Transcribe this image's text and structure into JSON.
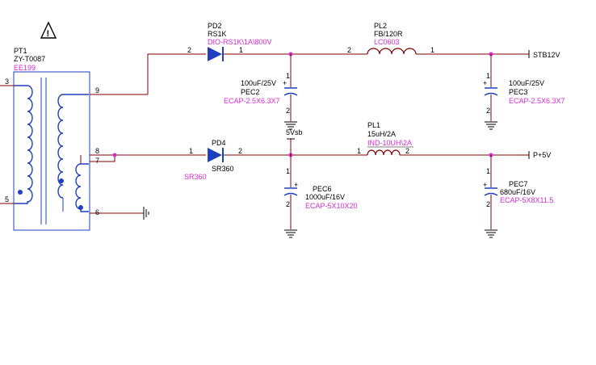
{
  "transformer": {
    "ref": "PT1",
    "part": "ZY-T0087",
    "core": "EE199",
    "pins": [
      "3",
      "5",
      "9",
      "8",
      "7",
      "6"
    ]
  },
  "diode_pd2": {
    "ref": "PD2",
    "value": "RS1K",
    "footprint": "DIO-RS1K\\1A\\800V",
    "pin_a": "2",
    "pin_k": "1"
  },
  "diode_pd4": {
    "ref": "PD4",
    "value": "SR360",
    "footprint": "SR360",
    "pin_a": "1",
    "pin_k": "2"
  },
  "inductor_pl2": {
    "ref": "PL2",
    "value": "FB/120R",
    "footprint": "LC0603",
    "pin_l": "2",
    "pin_r": "1"
  },
  "inductor_pl1": {
    "ref": "PL1",
    "value": "15uH/2A",
    "footprint": "IND-10UH\\2A",
    "pin_l": "1",
    "pin_r": "2"
  },
  "cap_pec2": {
    "ref": "PEC2",
    "value": "100uF/25V",
    "footprint": "ECAP-2.5X6.3X7",
    "pin1": "1",
    "pin2": "2",
    "plus": "+"
  },
  "cap_pec3": {
    "ref": "PEC3",
    "value": "100uF/25V",
    "footprint": "ECAP-2.5X6.3X7",
    "pin1": "1",
    "pin2": "2",
    "plus": "+"
  },
  "cap_pec6": {
    "ref": "PEC6",
    "value": "1000uF/16V",
    "footprint": "ECAP-5X10X20",
    "pin1": "1",
    "pin2": "2",
    "plus": "+"
  },
  "cap_pec7": {
    "ref": "PEC7",
    "value": "680uF/16V",
    "footprint": "ECAP-5X8X11.5",
    "pin1": "1",
    "pin2": "2",
    "plus": "+"
  },
  "nets": {
    "stb": "STB12V",
    "p5v": "P+5V",
    "vsb": "5Vsb"
  },
  "colors": {
    "wire": "#800000",
    "part": "#1f3fbf",
    "junction": "#d62ad0",
    "label": "#d62ad0",
    "text": "#000000"
  }
}
